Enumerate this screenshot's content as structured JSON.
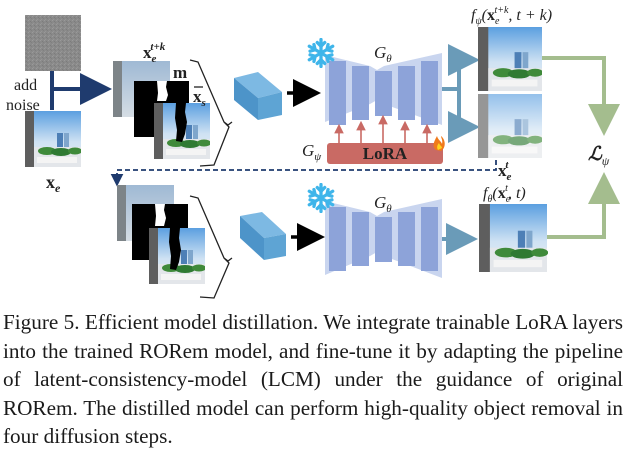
{
  "figure": {
    "labels": {
      "add_noise_line1": "add",
      "add_noise_line2": "noise",
      "x_e": "x",
      "x_e_sub": "e",
      "x_e_tk": "x",
      "x_e_tk_sub": "e",
      "x_e_tk_sup": "t+k",
      "mask": "m",
      "x_s": "x",
      "x_s_sub": "s",
      "g_theta_top": "G",
      "g_theta_top_sub": "θ",
      "g_theta_bottom": "G",
      "g_theta_bottom_sub": "θ",
      "g_psi": "G",
      "g_psi_sub": "ψ",
      "lora": "LoRA",
      "f_psi_output": "f",
      "f_psi_sub": "ψ",
      "f_psi_args_open": "(",
      "f_psi_x": "x",
      "f_psi_x_sub": "e",
      "f_psi_x_sup": "t+k",
      "f_psi_args_rest": ", t + k)",
      "x_e_t": "x",
      "x_e_t_sub": "e",
      "x_e_t_sup": "t",
      "f_theta_output": "f",
      "f_theta_sub": "θ",
      "f_theta_args_open": "(",
      "f_theta_x": "x",
      "f_theta_x_sub": "e",
      "f_theta_x_sup": "t",
      "f_theta_args_rest": ", t)",
      "loss": "ℒ",
      "loss_sub": "ψ"
    },
    "icons": {
      "frozen_top": "snowflake-icon",
      "frozen_bottom": "snowflake-icon",
      "trainable": "fire-icon"
    },
    "colors": {
      "unet_fill": "#8da3d9",
      "unet_bg": "#c9d5ef",
      "lora_fill": "#c96a64",
      "encoder_fill": "#5ea4d4",
      "arrow_dark": "#1f3b6e",
      "arrow_teal": "#6a9bb8",
      "arrow_green": "#a4bd8e",
      "snowflake": "#3fb5ea"
    }
  },
  "caption": {
    "text": "Figure 5. Efficient model distillation. We integrate trainable LoRA layers into the trained RORem model, and fine-tune it by adapting the pipeline of latent-consistency-model (LCM) under the guidance of original RORem. The distilled model can perform high-quality object removal in four diffusion steps."
  }
}
